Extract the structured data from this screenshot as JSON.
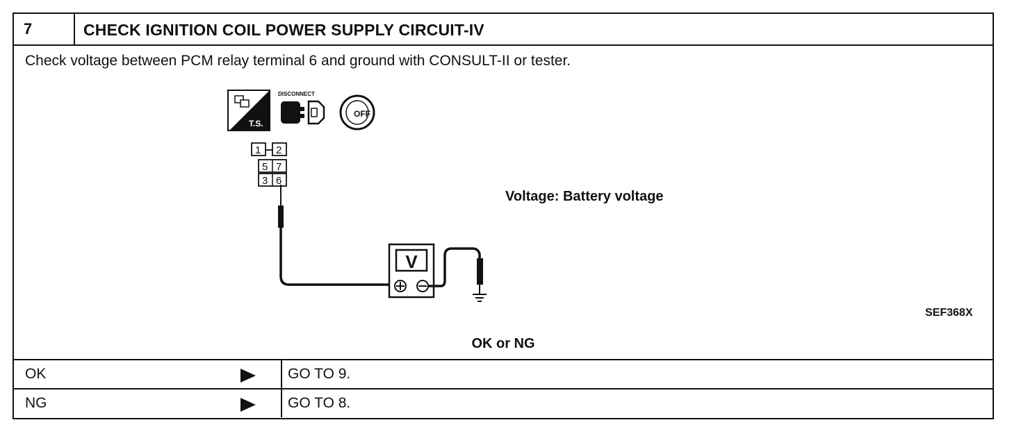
{
  "step": {
    "number": "7",
    "title": "CHECK IGNITION COIL POWER SUPPLY CIRCUIT-IV"
  },
  "instruction": "Check voltage between PCM relay terminal 6 and ground with CONSULT-II or tester.",
  "diagram": {
    "icons": {
      "ts_label": "T.S.",
      "disconnect_label": "DISCONNECT",
      "ignition_label": "OFF"
    },
    "terminals": [
      "1",
      "2",
      "5",
      "7",
      "3",
      "6"
    ],
    "meter_label": "V",
    "spec": "Voltage: Battery voltage",
    "figure_code": "SEF368X"
  },
  "result_prompt": "OK or NG",
  "results": [
    {
      "label": "OK",
      "action": "GO TO 9."
    },
    {
      "label": "NG",
      "action": "GO TO 8."
    }
  ]
}
